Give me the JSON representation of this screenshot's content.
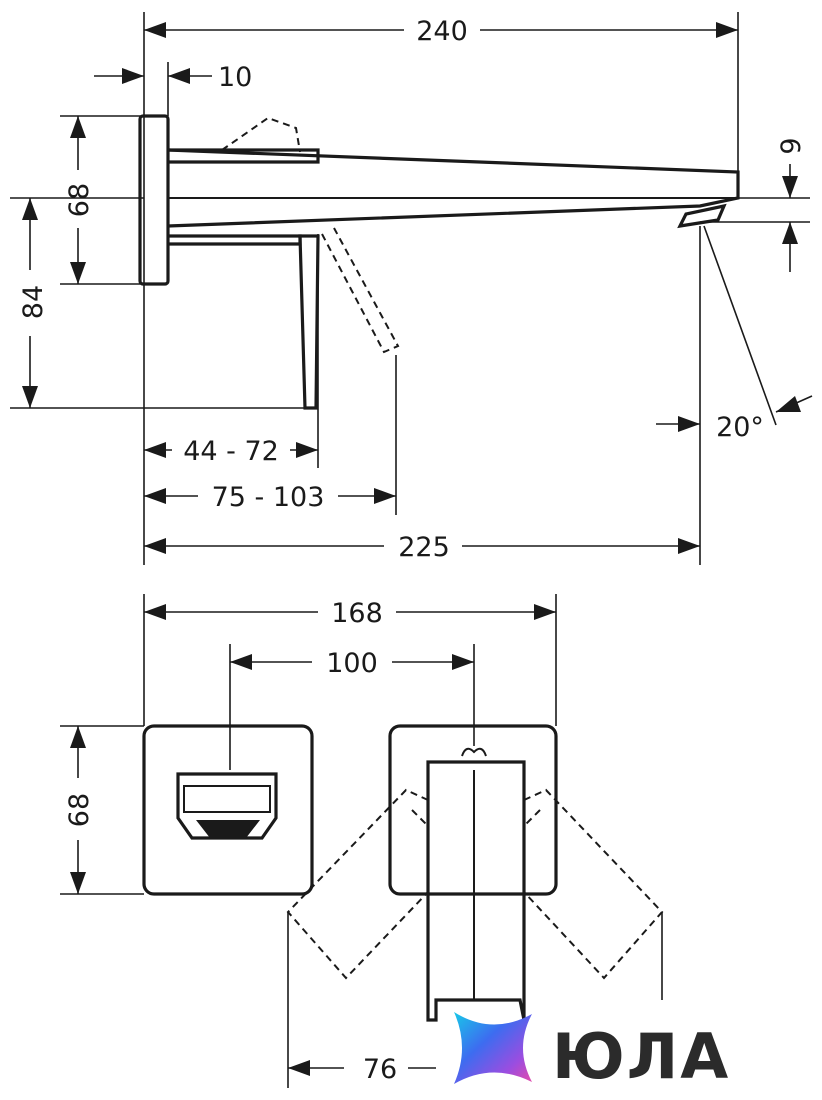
{
  "side_view": {
    "dimensions": {
      "overall_length": "240",
      "plate_thickness": "10",
      "plate_height": "68",
      "plate_center_height": "84",
      "outlet_gap": "9",
      "spray_angle": "20°",
      "handle_depth": "44 - 72",
      "lever_reach": "75 - 103",
      "outlet_reach": "225"
    }
  },
  "front_view": {
    "dimensions": {
      "center_distance_outer": "168",
      "center_distance_inner": "100",
      "plate_height": "68",
      "lever_swing": "76"
    }
  },
  "brand": {
    "logo_text": "ЮЛА",
    "colors": [
      "#18c8e8",
      "#3d6cf0",
      "#9b4de0",
      "#e64aa8"
    ]
  }
}
